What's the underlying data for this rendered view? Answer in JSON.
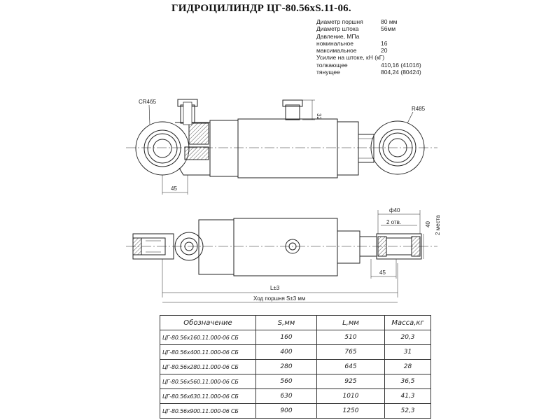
{
  "title": "ГИДРОЦИЛИНДР ЦГ-80.56хS.11-06.",
  "specs": [
    {
      "label": "Диаметр поршня",
      "value": "80 мм"
    },
    {
      "label": "Диаметр штока",
      "value": "56мм"
    },
    {
      "label": "Давление, МПа",
      "value": ""
    },
    {
      "label": "номинальное",
      "value": "16"
    },
    {
      "label": "максимальное",
      "value": "20"
    },
    {
      "label": "Усилие на штоке, кН (кГ)",
      "value": ""
    },
    {
      "label": "толкающее",
      "value": "410,16 (41016)"
    },
    {
      "label": "тянущее",
      "value": "804,24 (80424)"
    }
  ],
  "dims": {
    "cr_left": "CR4б5",
    "r_right": "R485",
    "d32": "32",
    "d45_top": "45",
    "phi40": "ф40",
    "two_holes": "2 отв.",
    "d40": "40",
    "two_faces": "2 места",
    "d45_bottom": "45",
    "l_total": "L±3",
    "stroke": "Ход поршня S±3 мм"
  },
  "table": {
    "headers": [
      "Обозначение",
      "S,мм",
      "L,мм",
      "Масса,кг"
    ],
    "rows": [
      [
        "ЦГ-80.56х160.11.000-06 СБ",
        "160",
        "510",
        "20,3"
      ],
      [
        "ЦГ-80.56х400.11.000-06 СБ",
        "400",
        "765",
        "31"
      ],
      [
        "ЦГ-80.56х280.11.000-06 СБ",
        "280",
        "645",
        "28"
      ],
      [
        "ЦГ-80.56х560.11.000-06 СБ",
        "560",
        "925",
        "36,5"
      ],
      [
        "ЦГ-80.56х630.11.000-06 СБ",
        "630",
        "1010",
        "41,3"
      ],
      [
        "ЦГ-80.56х900.11.000-06 СБ",
        "900",
        "1250",
        "52,3"
      ]
    ]
  }
}
